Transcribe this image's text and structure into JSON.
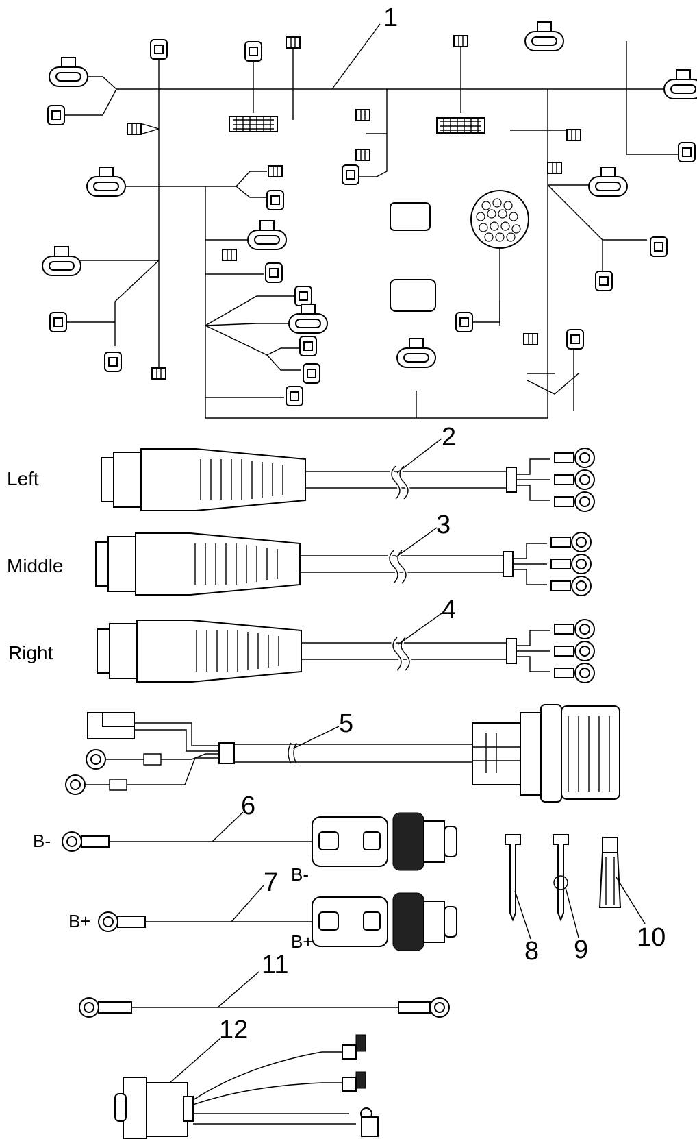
{
  "callouts": {
    "c1": "1",
    "c2": "2",
    "c3": "3",
    "c4": "4",
    "c5": "5",
    "c6": "6",
    "c7": "7",
    "c8": "8",
    "c9": "9",
    "c10": "10",
    "c11": "11",
    "c12": "12"
  },
  "side_labels": {
    "left": "Left",
    "middle": "Middle",
    "right": "Right"
  },
  "polarity": {
    "neg": "B-",
    "pos": "B+"
  }
}
